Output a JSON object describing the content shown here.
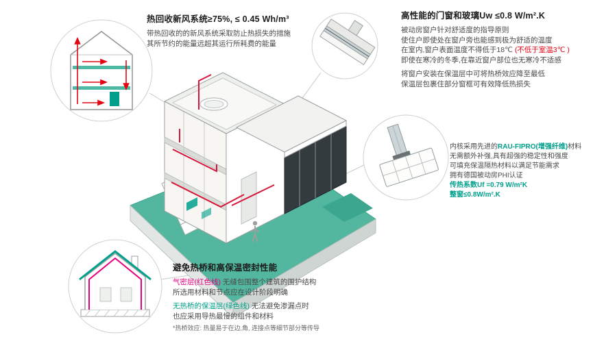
{
  "colors": {
    "accent_teal": "#00A08C",
    "accent_magenta": "#E5007D",
    "accent_red": "#E60012",
    "duct_red": "#D6153C",
    "platform_teal": "#52B79E"
  },
  "hrv": {
    "title": "热回收新风系统≥75%, ≤ 0.45 Wh/m³",
    "desc1": "带热回收的的新风系统采取防止热损失的措施",
    "desc2": "其所节约的能量远超其运行所耗费的能量"
  },
  "windows": {
    "title": "高性能的门窗和玻璃Uw ≤0.8 W/m².K",
    "p1l1": "被动房窗户针对舒适度的指导原则",
    "p1l2": "使住户即使处在窗户旁也能感到极为舒适的温度",
    "p1l3a": "在室内,窗户表面温度不得低于18℃ ",
    "p1l3b": "(不低于室温3℃ )",
    "p1l4": "即使在寒冷的冬季,在靠近窗户部位也无寒冷不适感",
    "p2l1": "将窗户安装在保温层中可将热桥效应降至最低",
    "p2l2": "保温层包裹住部分窗框可有效降低热损失"
  },
  "profile": {
    "l1a": "内核采用先进的",
    "l1b": "RAU-FIPRO(增强纤维)",
    "l1c": "材料",
    "l2": "无需额外补强,具有超强的稳定性和强度",
    "l3": "可填充保温隔热材料以满足节能需求",
    "l4": "拥有德国被动房PHI认证",
    "l5": "传热系数Uf =0.79 W/m²K",
    "l6": "整窗≤0.8W/m².K"
  },
  "thermal": {
    "title": "避免热桥和高保温密封性能",
    "l1a": "气密层(红色线)",
    "l1b": " 无缝包围整个建筑的围护结构",
    "l2": "所选用材料和节点应在设计阶段明确",
    "l3a": "无热桥的保温层(绿色线)",
    "l3b": " 无法避免渗漏点时",
    "l4": "也应采用导热最慢的组件和材料",
    "footnote": "*热桥效应: 热量易于在边,角, 连接点等细节部分等传导"
  }
}
